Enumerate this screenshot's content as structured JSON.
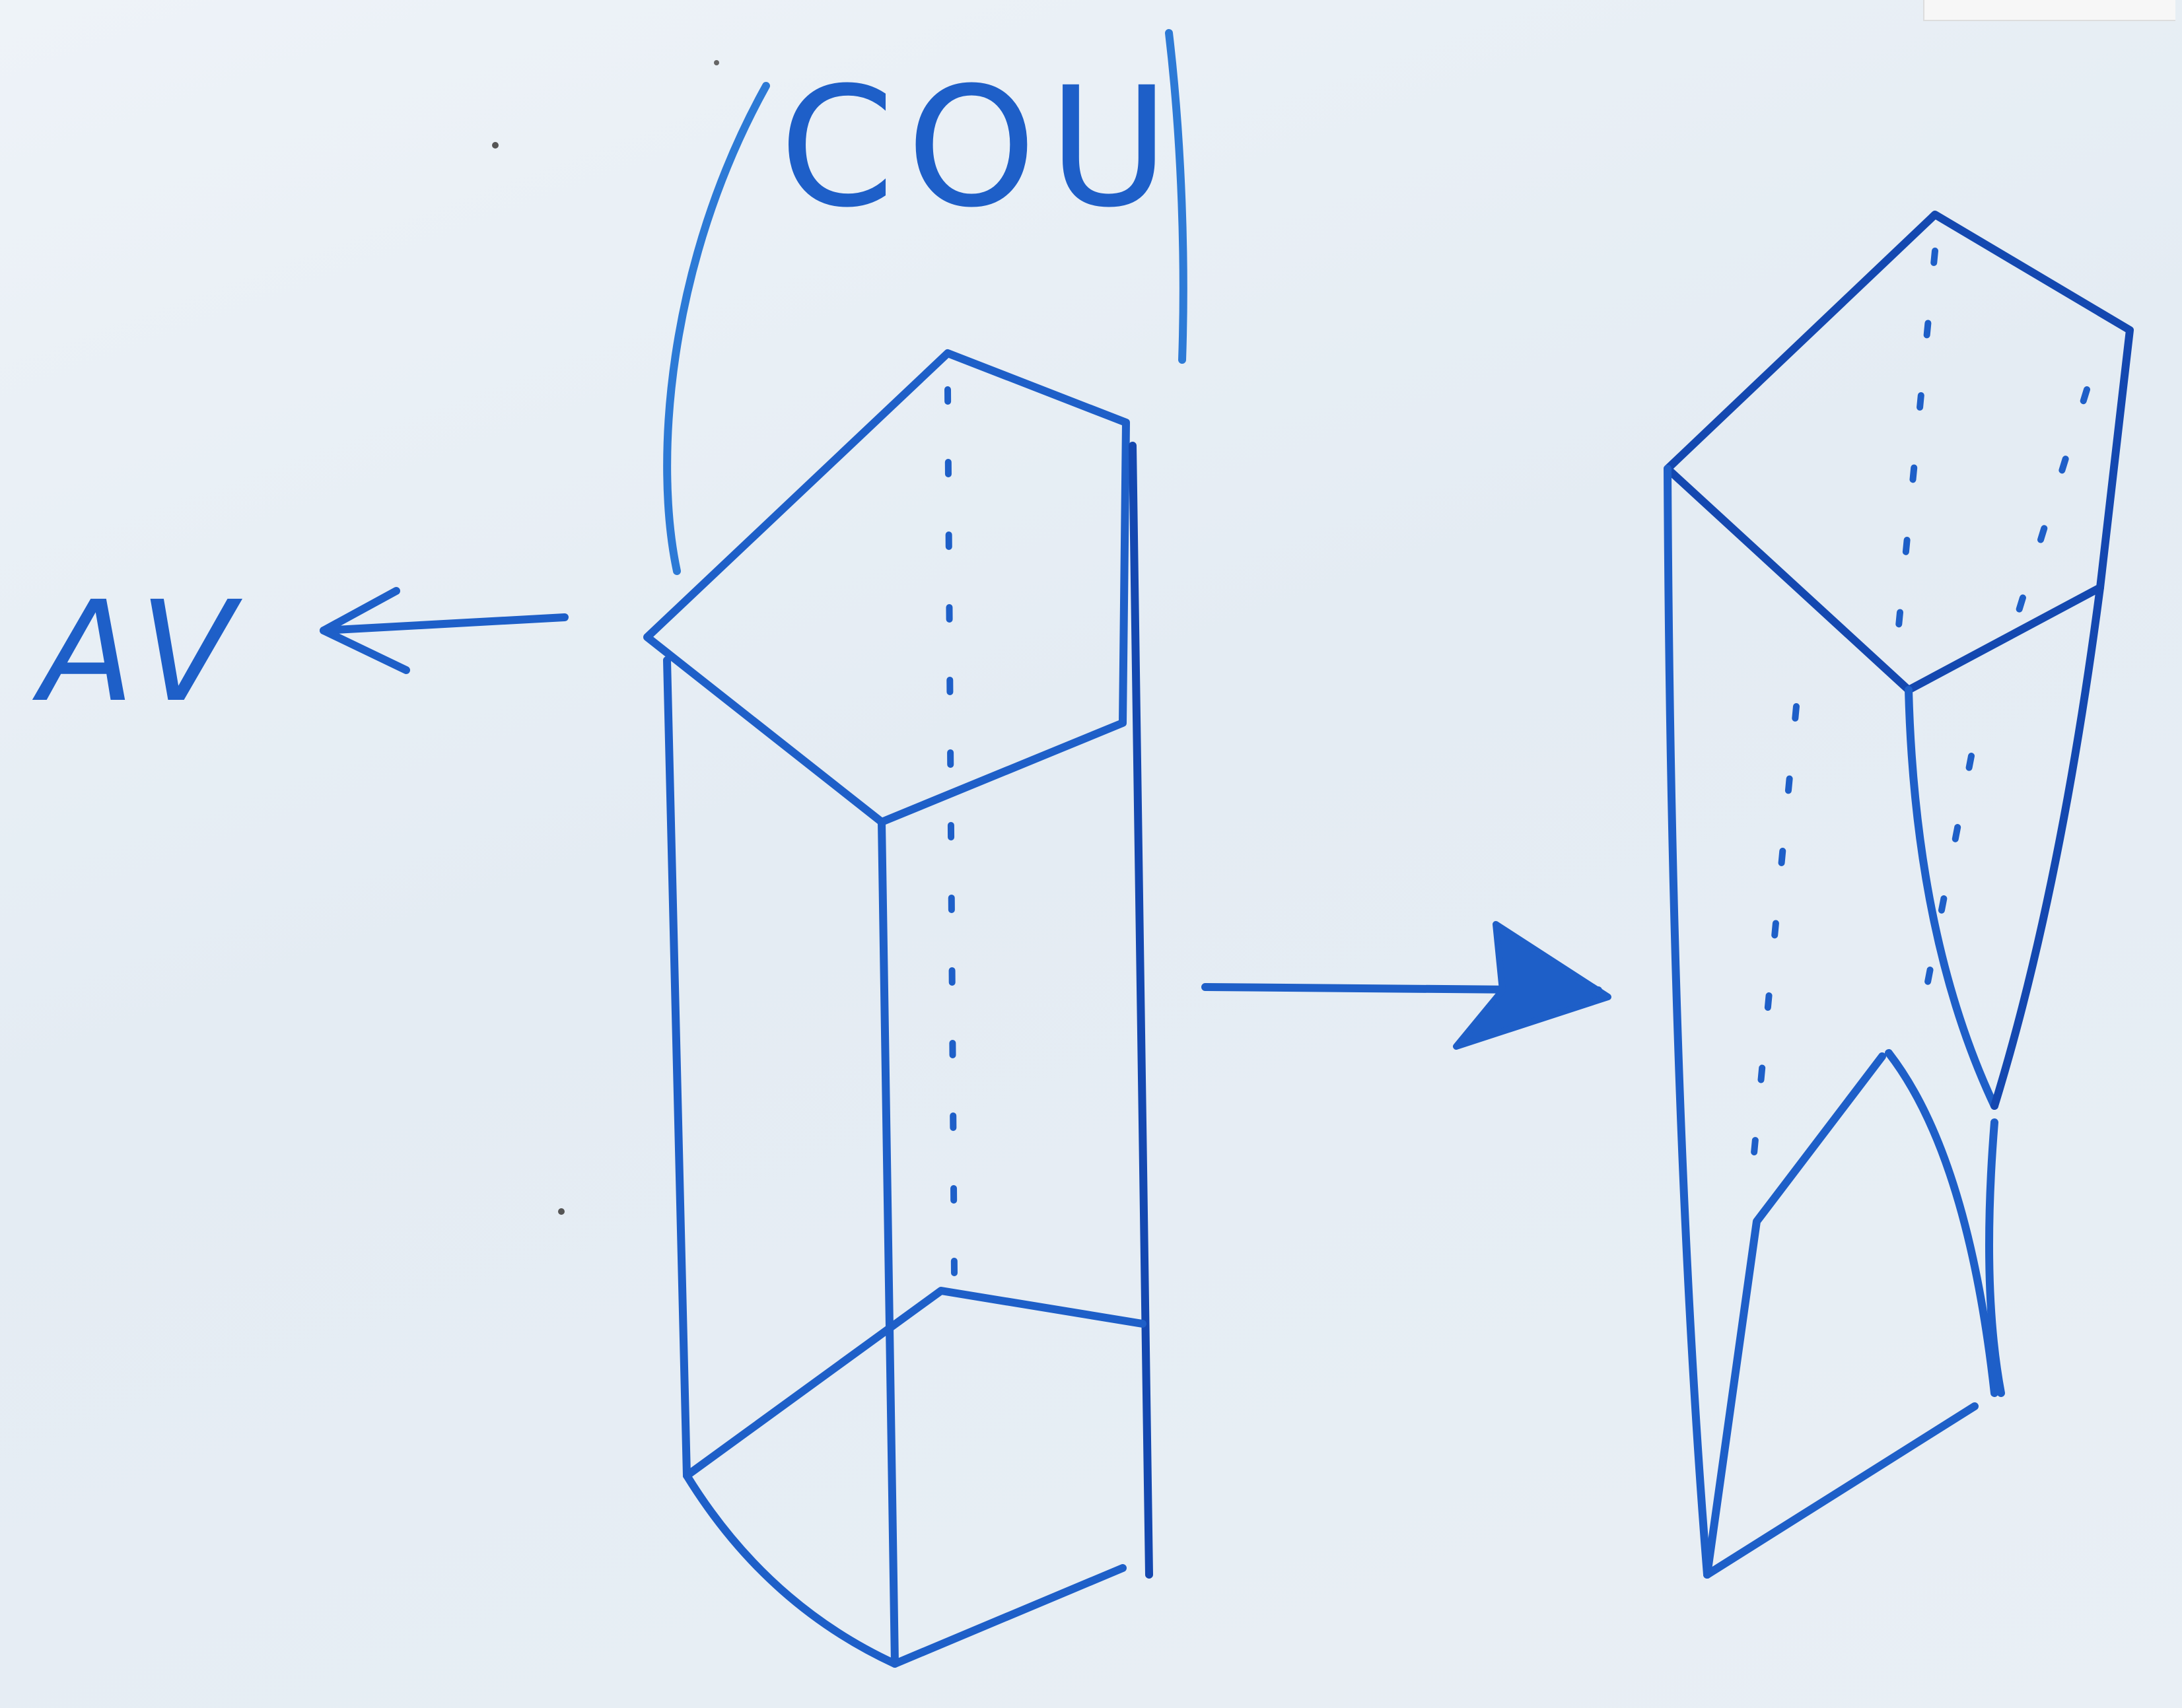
{
  "labels": {
    "av": "AV",
    "cou": "COU"
  },
  "colors": {
    "ink": "#1e5fc8",
    "board": "#e8eef4"
  },
  "shapes": [
    "straight-pentagonal-prism",
    "twisted-pentagonal-prism"
  ],
  "arrows": [
    "arrow-to-av",
    "arrow-to-twisted-prism"
  ]
}
